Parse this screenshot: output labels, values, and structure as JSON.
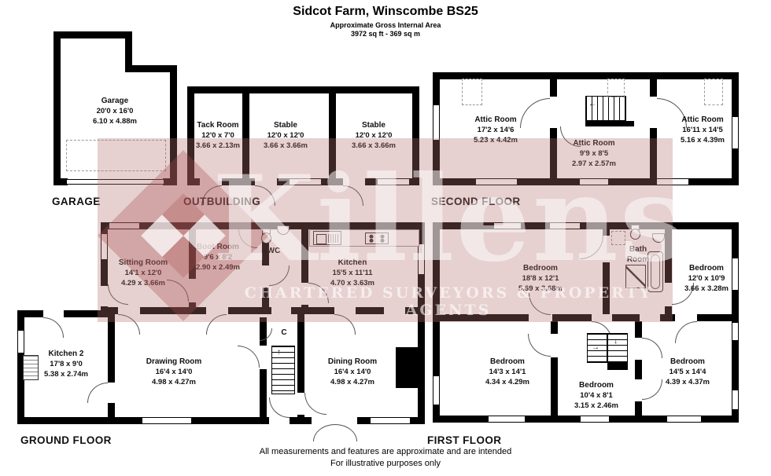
{
  "header": {
    "title": "Sidcot Farm, Winscombe BS25",
    "area_label": "Approximate Gross Internal Area",
    "area_value": "3972 sq ft - 369 sq m"
  },
  "floors": {
    "garage": "GARAGE",
    "outbuilding": "OUTBUILDING",
    "second": "SECOND FLOOR",
    "ground": "GROUND FLOOR",
    "first": "FIRST FLOOR"
  },
  "rooms": {
    "garage": {
      "name": "Garage",
      "imperial": "20'0 x 16'0",
      "metric": "6.10 x 4.88m"
    },
    "tack": {
      "name": "Tack Room",
      "imperial": "12'0 x 7'0",
      "metric": "3.66 x 2.13m"
    },
    "stable1": {
      "name": "Stable",
      "imperial": "12'0 x 12'0",
      "metric": "3.66 x 3.66m"
    },
    "stable2": {
      "name": "Stable",
      "imperial": "12'0 x 12'0",
      "metric": "3.66 x 3.66m"
    },
    "attic1": {
      "name": "Attic Room",
      "imperial": "17'2 x 14'6",
      "metric": "5.23 x 4.42m"
    },
    "attic2": {
      "name": "Attic Room",
      "imperial": "9'9 x 8'5",
      "metric": "2.97 x 2.57m"
    },
    "attic3": {
      "name": "Attic Room",
      "imperial": "16'11 x 14'5",
      "metric": "5.16 x 4.39m"
    },
    "sitting": {
      "name": "Sitting Room",
      "imperial": "14'1 x 12'0",
      "metric": "4.29 x 3.66m"
    },
    "boot": {
      "name": "Boot Room",
      "imperial": "9'6 x 8'2",
      "metric": "2.90 x 2.49m"
    },
    "wc": {
      "name": "WC"
    },
    "kitchen": {
      "name": "Kitchen",
      "imperial": "15'5 x 11'11",
      "metric": "4.70 x 3.63m"
    },
    "kitchen2": {
      "name": "Kitchen 2",
      "imperial": "17'8 x 9'0",
      "metric": "5.38 x 2.74m"
    },
    "drawing": {
      "name": "Drawing Room",
      "imperial": "16'4 x 14'0",
      "metric": "4.98 x 4.27m"
    },
    "dining": {
      "name": "Dining Room",
      "imperial": "16'4 x 14'0",
      "metric": "4.98 x 4.27m"
    },
    "cupboard": {
      "name": "C"
    },
    "bed1": {
      "name": "Bedroom",
      "imperial": "18'8 x 12'1",
      "metric": "5.69 x 3.68m"
    },
    "bath": {
      "name": "Bath Room"
    },
    "bed2": {
      "name": "Bedroom",
      "imperial": "12'0 x 10'9",
      "metric": "3.66 x 3.28m"
    },
    "bed3": {
      "name": "Bedroom",
      "imperial": "14'3 x 14'1",
      "metric": "4.34 x 4.29m"
    },
    "bed4": {
      "name": "Bedroom",
      "imperial": "10'4 x 8'1",
      "metric": "3.15 x 2.46m"
    },
    "bed5": {
      "name": "Bedroom",
      "imperial": "14'5 x 14'4",
      "metric": "4.39 x 4.37m"
    }
  },
  "watermark": {
    "brand": "Killens",
    "tagline": "CHARTERED SURVEYORS & PROPERTY AGENTS"
  },
  "footer": {
    "line1": "All measurements and features are approximate and are intended",
    "line2": "For illustrative purposes only"
  },
  "icons": {
    "arrow_up": "↑",
    "arrow_down": "↓",
    "arrow_left": "←",
    "arrow_right": "→"
  },
  "colors": {
    "wall": "#000000",
    "watermark_band": "#b77070",
    "watermark_text": "#ffffff",
    "door_arc": "#555555",
    "background": "#ffffff"
  }
}
